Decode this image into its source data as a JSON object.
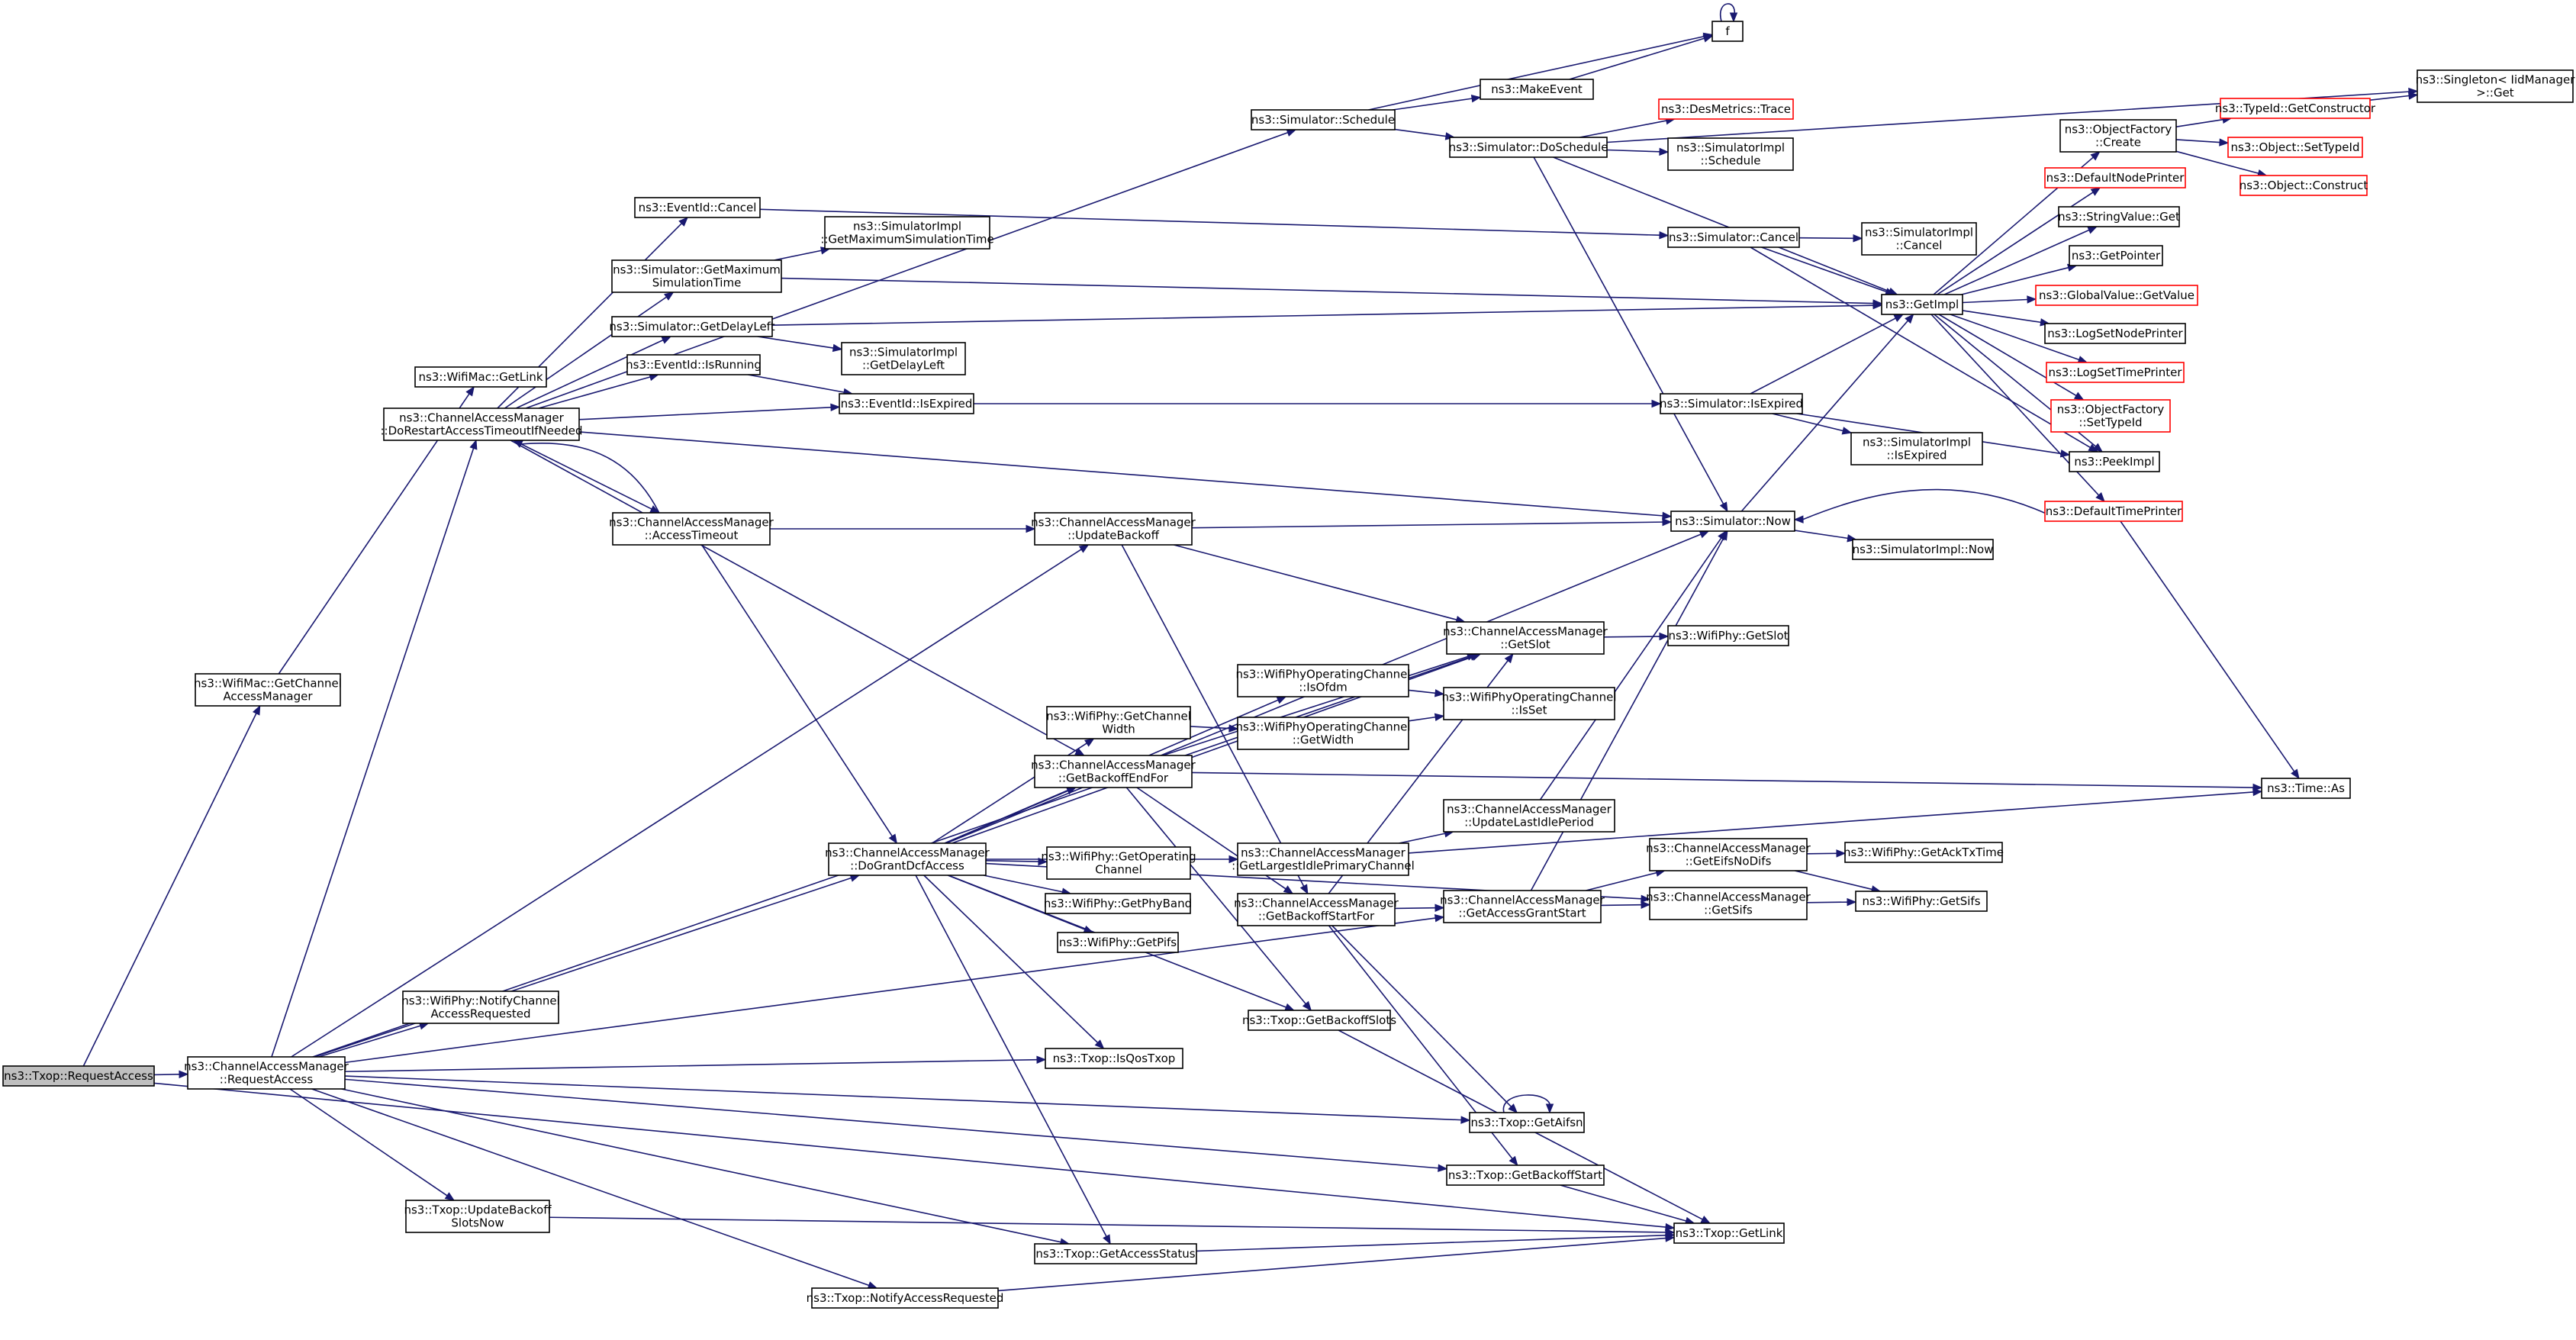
{
  "nodes": [
    {
      "id": "reqAccess",
      "lines": [
        "ns3::Txop::RequestAccess"
      ],
      "style": "root"
    },
    {
      "id": "camRequest",
      "lines": [
        "ns3::ChannelAccessManager",
        "::RequestAccess"
      ]
    },
    {
      "id": "getCam",
      "lines": [
        "ns3::WifiMac::GetChannel",
        "AccessManager"
      ]
    },
    {
      "id": "getLink",
      "lines": [
        "ns3::WifiMac::GetLink"
      ]
    },
    {
      "id": "doRestart",
      "lines": [
        "ns3::ChannelAccessManager",
        "::DoRestartAccessTimeoutIfNeeded"
      ]
    },
    {
      "id": "eventCancel",
      "lines": [
        "ns3::EventId::Cancel"
      ]
    },
    {
      "id": "simGetMax",
      "lines": [
        "ns3::Simulator::GetMaximum",
        "SimulationTime"
      ]
    },
    {
      "id": "simGetDelay",
      "lines": [
        "ns3::Simulator::GetDelayLeft"
      ]
    },
    {
      "id": "evIsRunning",
      "lines": [
        "ns3::EventId::IsRunning"
      ]
    },
    {
      "id": "evIsExpired",
      "lines": [
        "ns3::EventId::IsExpired"
      ]
    },
    {
      "id": "implGetMax",
      "lines": [
        "ns3::SimulatorImpl",
        "::GetMaximumSimulationTime"
      ]
    },
    {
      "id": "implGetDelay",
      "lines": [
        "ns3::SimulatorImpl",
        "::GetDelayLeft"
      ]
    },
    {
      "id": "simSchedule",
      "lines": [
        "ns3::Simulator::Schedule"
      ]
    },
    {
      "id": "makeEvent",
      "lines": [
        "ns3::MakeEvent"
      ]
    },
    {
      "id": "f",
      "lines": [
        "f"
      ]
    },
    {
      "id": "doSchedule",
      "lines": [
        "ns3::Simulator::DoSchedule"
      ]
    },
    {
      "id": "desTrace",
      "lines": [
        "ns3::DesMetrics::Trace"
      ],
      "style": "trunc"
    },
    {
      "id": "implSchedule",
      "lines": [
        "ns3::SimulatorImpl",
        "::Schedule"
      ]
    },
    {
      "id": "simCancel",
      "lines": [
        "ns3::Simulator::Cancel"
      ]
    },
    {
      "id": "implCancel",
      "lines": [
        "ns3::SimulatorImpl",
        "::Cancel"
      ]
    },
    {
      "id": "getImpl",
      "lines": [
        "ns3::GetImpl"
      ]
    },
    {
      "id": "simIsExpired",
      "lines": [
        "ns3::Simulator::IsExpired"
      ]
    },
    {
      "id": "implIsExpired",
      "lines": [
        "ns3::SimulatorImpl",
        "::IsExpired"
      ]
    },
    {
      "id": "simNow",
      "lines": [
        "ns3::Simulator::Now"
      ]
    },
    {
      "id": "implNow",
      "lines": [
        "ns3::SimulatorImpl::Now"
      ]
    },
    {
      "id": "singleton",
      "lines": [
        "ns3::Singleton< IidManager",
        ">::Get"
      ]
    },
    {
      "id": "ofCreate",
      "lines": [
        "ns3::ObjectFactory",
        "::Create"
      ]
    },
    {
      "id": "typeIdGetCtor",
      "lines": [
        "ns3::TypeId::GetConstructor"
      ],
      "style": "trunc"
    },
    {
      "id": "objSetTypeId",
      "lines": [
        "ns3::Object::SetTypeId"
      ],
      "style": "trunc"
    },
    {
      "id": "objConstruct",
      "lines": [
        "ns3::Object::Construct"
      ],
      "style": "trunc"
    },
    {
      "id": "defNodePrinter",
      "lines": [
        "ns3::DefaultNodePrinter"
      ],
      "style": "trunc"
    },
    {
      "id": "strValGet",
      "lines": [
        "ns3::StringValue::Get"
      ]
    },
    {
      "id": "getPointer",
      "lines": [
        "ns3::GetPointer"
      ]
    },
    {
      "id": "gvGetValue",
      "lines": [
        "ns3::GlobalValue::GetValue"
      ],
      "style": "trunc"
    },
    {
      "id": "logSetNode",
      "lines": [
        "ns3::LogSetNodePrinter"
      ]
    },
    {
      "id": "logSetTime",
      "lines": [
        "ns3::LogSetTimePrinter"
      ],
      "style": "trunc"
    },
    {
      "id": "ofSetTypeId",
      "lines": [
        "ns3::ObjectFactory",
        "::SetTypeId"
      ],
      "style": "trunc"
    },
    {
      "id": "peekImpl",
      "lines": [
        "ns3::PeekImpl"
      ]
    },
    {
      "id": "defTimePrinter",
      "lines": [
        "ns3::DefaultTimePrinter"
      ],
      "style": "trunc"
    },
    {
      "id": "timeAs",
      "lines": [
        "ns3::Time::As"
      ]
    },
    {
      "id": "accessTimeout",
      "lines": [
        "ns3::ChannelAccessManager",
        "::AccessTimeout"
      ]
    },
    {
      "id": "updateBackoff",
      "lines": [
        "ns3::ChannelAccessManager",
        "::UpdateBackoff"
      ]
    },
    {
      "id": "doGrant",
      "lines": [
        "ns3::ChannelAccessManager",
        "::DoGrantDcfAccess"
      ]
    },
    {
      "id": "getSlot",
      "lines": [
        "ns3::ChannelAccessManager",
        "::GetSlot"
      ]
    },
    {
      "id": "phyGetSlot",
      "lines": [
        "ns3::WifiPhy::GetSlot"
      ]
    },
    {
      "id": "isOfdm",
      "lines": [
        "ns3::WifiPhyOperatingChannel",
        "::IsOfdm"
      ]
    },
    {
      "id": "isSet",
      "lines": [
        "ns3::WifiPhyOperatingChannel",
        "::IsSet"
      ]
    },
    {
      "id": "getChanWidth",
      "lines": [
        "ns3::WifiPhy::GetChannel",
        "Width"
      ]
    },
    {
      "id": "getWidth",
      "lines": [
        "ns3::WifiPhyOperatingChannel",
        "::GetWidth"
      ]
    },
    {
      "id": "getBackoffEnd",
      "lines": [
        "ns3::ChannelAccessManager",
        "::GetBackoffEndFor"
      ]
    },
    {
      "id": "updLastIdle",
      "lines": [
        "ns3::ChannelAccessManager",
        "::UpdateLastIdlePeriod"
      ]
    },
    {
      "id": "getLargest",
      "lines": [
        "ns3::ChannelAccessManager",
        "::GetLargestIdlePrimaryChannel"
      ]
    },
    {
      "id": "getOpChannel",
      "lines": [
        "ns3::WifiPhy::GetOperating",
        "Channel"
      ]
    },
    {
      "id": "getPhyBand",
      "lines": [
        "ns3::WifiPhy::GetPhyBand"
      ]
    },
    {
      "id": "getPifs",
      "lines": [
        "ns3::WifiPhy::GetPifs"
      ]
    },
    {
      "id": "getBackoffStartFor",
      "lines": [
        "ns3::ChannelAccessManager",
        "::GetBackoffStartFor"
      ]
    },
    {
      "id": "getAccessGrant",
      "lines": [
        "ns3::ChannelAccessManager",
        "::GetAccessGrantStart"
      ]
    },
    {
      "id": "getEifs",
      "lines": [
        "ns3::ChannelAccessManager",
        "::GetEifsNoDifs"
      ]
    },
    {
      "id": "getSifs",
      "lines": [
        "ns3::ChannelAccessManager",
        "::GetSifs"
      ]
    },
    {
      "id": "getAckTx",
      "lines": [
        "ns3::WifiPhy::GetAckTxTime"
      ]
    },
    {
      "id": "phyGetSifs",
      "lines": [
        "ns3::WifiPhy::GetSifs"
      ]
    },
    {
      "id": "notifyChan",
      "lines": [
        "ns3::WifiPhy::NotifyChannel",
        "AccessRequested"
      ]
    },
    {
      "id": "getBackoffSlots",
      "lines": [
        "ns3::Txop::GetBackoffSlots"
      ]
    },
    {
      "id": "isQos",
      "lines": [
        "ns3::Txop::IsQosTxop"
      ]
    },
    {
      "id": "getAifsn",
      "lines": [
        "ns3::Txop::GetAifsn"
      ]
    },
    {
      "id": "getBackoffStart",
      "lines": [
        "ns3::Txop::GetBackoffStart"
      ]
    },
    {
      "id": "updBackoffNow",
      "lines": [
        "ns3::Txop::UpdateBackoff",
        "SlotsNow"
      ]
    },
    {
      "id": "getAccessStatus",
      "lines": [
        "ns3::Txop::GetAccessStatus"
      ]
    },
    {
      "id": "notifyAccess",
      "lines": [
        "ns3::Txop::NotifyAccessRequested"
      ]
    },
    {
      "id": "txopGetLink",
      "lines": [
        "ns3::Txop::GetLink"
      ]
    }
  ],
  "edges": [
    [
      "reqAccess",
      "camRequest"
    ],
    [
      "reqAccess",
      "getCam"
    ],
    [
      "reqAccess",
      "txopGetLink"
    ],
    [
      "getCam",
      "getLink"
    ],
    [
      "camRequest",
      "doRestart"
    ],
    [
      "camRequest",
      "updateBackoff"
    ],
    [
      "camRequest",
      "doGrant"
    ],
    [
      "camRequest",
      "getSlot"
    ],
    [
      "camRequest",
      "notifyChan"
    ],
    [
      "camRequest",
      "isQos"
    ],
    [
      "camRequest",
      "getAccessGrant"
    ],
    [
      "camRequest",
      "getAifsn"
    ],
    [
      "camRequest",
      "getBackoffStart"
    ],
    [
      "camRequest",
      "updBackoffNow"
    ],
    [
      "camRequest",
      "getAccessStatus"
    ],
    [
      "camRequest",
      "notifyAccess"
    ],
    [
      "doRestart",
      "eventCancel"
    ],
    [
      "doRestart",
      "simGetMax"
    ],
    [
      "doRestart",
      "simGetDelay"
    ],
    [
      "doRestart",
      "evIsRunning"
    ],
    [
      "doRestart",
      "evIsExpired"
    ],
    [
      "doRestart",
      "simSchedule"
    ],
    [
      "doRestart",
      "accessTimeout"
    ],
    [
      "doRestart",
      "getBackoffEnd"
    ],
    [
      "doRestart",
      "simNow"
    ],
    [
      "eventCancel",
      "simCancel"
    ],
    [
      "simGetMax",
      "implGetMax"
    ],
    [
      "simGetMax",
      "getImpl"
    ],
    [
      "simGetDelay",
      "implGetDelay"
    ],
    [
      "simGetDelay",
      "getImpl"
    ],
    [
      "evIsRunning",
      "evIsExpired"
    ],
    [
      "evIsExpired",
      "simIsExpired"
    ],
    [
      "simSchedule",
      "makeEvent"
    ],
    [
      "simSchedule",
      "f"
    ],
    [
      "simSchedule",
      "doSchedule"
    ],
    [
      "makeEvent",
      "f"
    ],
    [
      "f",
      "f"
    ],
    [
      "doSchedule",
      "desTrace"
    ],
    [
      "doSchedule",
      "implSchedule"
    ],
    [
      "doSchedule",
      "getImpl"
    ],
    [
      "doSchedule",
      "simNow"
    ],
    [
      "doSchedule",
      "singleton"
    ],
    [
      "simCancel",
      "implCancel"
    ],
    [
      "simCancel",
      "getImpl"
    ],
    [
      "simCancel",
      "peekImpl"
    ],
    [
      "simIsExpired",
      "getImpl"
    ],
    [
      "simIsExpired",
      "implIsExpired"
    ],
    [
      "simIsExpired",
      "peekImpl"
    ],
    [
      "simNow",
      "getImpl"
    ],
    [
      "simNow",
      "implNow"
    ],
    [
      "getImpl",
      "ofCreate"
    ],
    [
      "getImpl",
      "defNodePrinter"
    ],
    [
      "getImpl",
      "strValGet"
    ],
    [
      "getImpl",
      "getPointer"
    ],
    [
      "getImpl",
      "gvGetValue"
    ],
    [
      "getImpl",
      "logSetNode"
    ],
    [
      "getImpl",
      "logSetTime"
    ],
    [
      "getImpl",
      "ofSetTypeId"
    ],
    [
      "getImpl",
      "peekImpl"
    ],
    [
      "getImpl",
      "defTimePrinter"
    ],
    [
      "ofCreate",
      "typeIdGetCtor"
    ],
    [
      "ofCreate",
      "objSetTypeId"
    ],
    [
      "ofCreate",
      "objConstruct"
    ],
    [
      "typeIdGetCtor",
      "singleton"
    ],
    [
      "defTimePrinter",
      "simNow"
    ],
    [
      "defTimePrinter",
      "timeAs"
    ],
    [
      "accessTimeout",
      "doRestart"
    ],
    [
      "accessTimeout",
      "updateBackoff"
    ],
    [
      "accessTimeout",
      "doGrant"
    ],
    [
      "updateBackoff",
      "simNow"
    ],
    [
      "updateBackoff",
      "getSlot"
    ],
    [
      "updateBackoff",
      "getBackoffStartFor"
    ],
    [
      "doGrant",
      "simNow"
    ],
    [
      "doGrant",
      "getSlot"
    ],
    [
      "doGrant",
      "isOfdm"
    ],
    [
      "doGrant",
      "getChanWidth"
    ],
    [
      "doGrant",
      "getBackoffEnd"
    ],
    [
      "doGrant",
      "getLargest"
    ],
    [
      "doGrant",
      "getOpChannel"
    ],
    [
      "doGrant",
      "getPhyBand"
    ],
    [
      "doGrant",
      "getPifs"
    ],
    [
      "doGrant",
      "getSifs"
    ],
    [
      "doGrant",
      "getBackoffSlots"
    ],
    [
      "doGrant",
      "isQos"
    ],
    [
      "doGrant",
      "getAccessStatus"
    ],
    [
      "getSlot",
      "phyGetSlot"
    ],
    [
      "isOfdm",
      "isSet"
    ],
    [
      "getChanWidth",
      "getWidth"
    ],
    [
      "getWidth",
      "isSet"
    ],
    [
      "getBackoffEnd",
      "getSlot"
    ],
    [
      "getBackoffEnd",
      "timeAs"
    ],
    [
      "getBackoffEnd",
      "getBackoffStartFor"
    ],
    [
      "getBackoffEnd",
      "getBackoffSlots"
    ],
    [
      "getLargest",
      "updLastIdle"
    ],
    [
      "getLargest",
      "timeAs"
    ],
    [
      "updLastIdle",
      "simNow"
    ],
    [
      "getBackoffStartFor",
      "getSlot"
    ],
    [
      "getBackoffStartFor",
      "getAccessGrant"
    ],
    [
      "getBackoffStartFor",
      "getAifsn"
    ],
    [
      "getBackoffStartFor",
      "getBackoffStart"
    ],
    [
      "getAccessGrant",
      "simNow"
    ],
    [
      "getAccessGrant",
      "getEifs"
    ],
    [
      "getAccessGrant",
      "getSifs"
    ],
    [
      "getEifs",
      "getAckTx"
    ],
    [
      "getEifs",
      "phyGetSifs"
    ],
    [
      "getSifs",
      "phyGetSifs"
    ],
    [
      "getBackoffSlots",
      "txopGetLink"
    ],
    [
      "getAifsn",
      "getAifsn"
    ],
    [
      "getBackoffStart",
      "txopGetLink"
    ],
    [
      "updBackoffNow",
      "txopGetLink"
    ],
    [
      "getAccessStatus",
      "txopGetLink"
    ],
    [
      "notifyAccess",
      "txopGetLink"
    ]
  ]
}
